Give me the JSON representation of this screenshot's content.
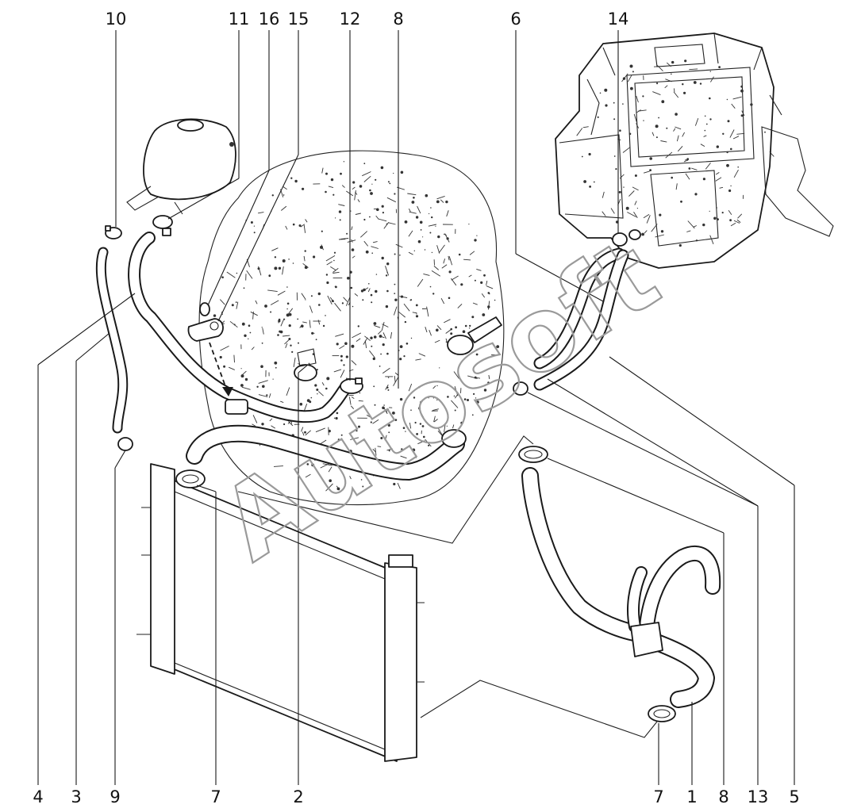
{
  "diagram": {
    "callouts_top": [
      "10",
      "11",
      "16",
      "15",
      "12",
      "8",
      "6",
      "14"
    ],
    "callouts_bottom": [
      "4",
      "3",
      "9",
      "7",
      "2",
      "7",
      "1",
      "8",
      "13",
      "5"
    ],
    "watermark": "Autosoft"
  }
}
